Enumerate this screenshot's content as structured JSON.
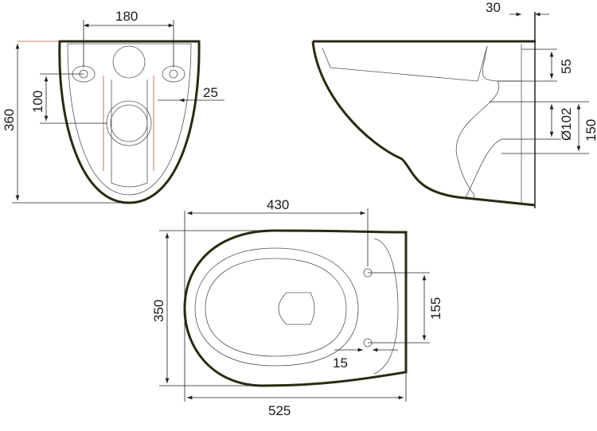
{
  "drawing": {
    "front_view": {
      "width_180": "180",
      "height_360": "360",
      "height_100": "100",
      "offset_25": "25"
    },
    "side_view": {
      "wall_30": "30",
      "height_55": "55",
      "diameter_102": "Ø102",
      "height_150": "150"
    },
    "top_view": {
      "length_430": "430",
      "width_350": "350",
      "spacing_155": "155",
      "offset_15": "15",
      "length_525": "525"
    },
    "colors": {
      "outline": "#2b2a12",
      "accent_line": "#c0504d"
    }
  }
}
